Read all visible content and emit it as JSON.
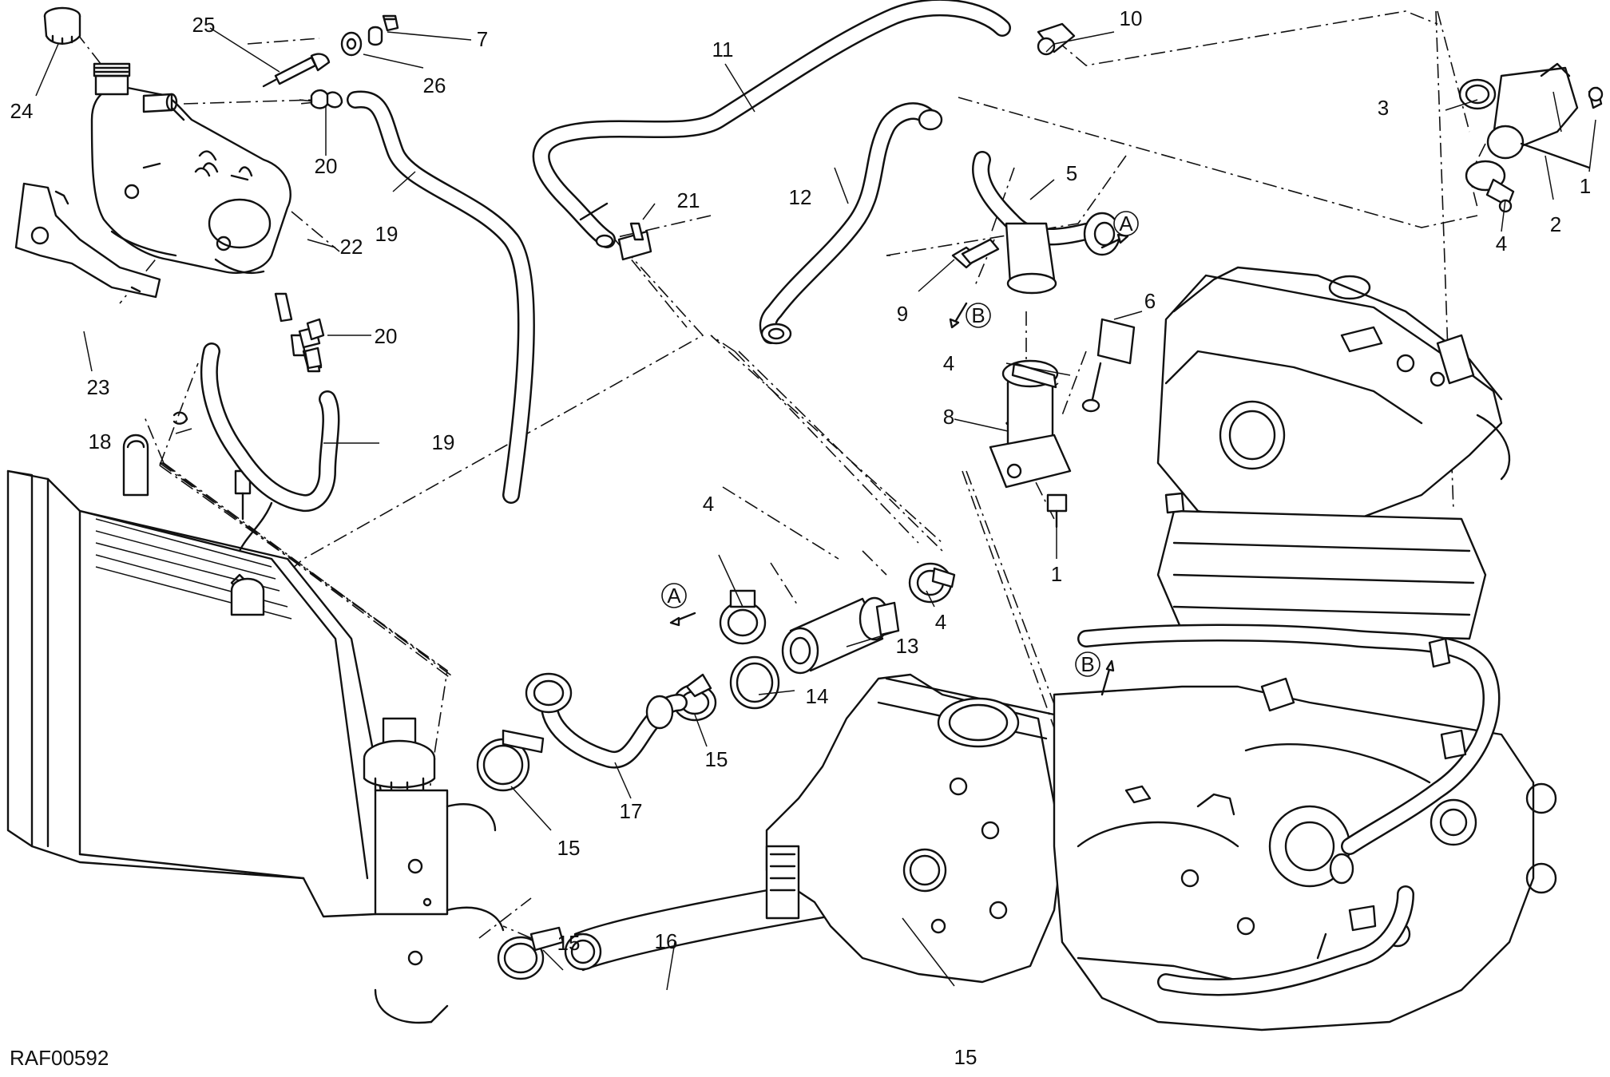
{
  "drawing_code": "RAF00592",
  "callouts": [
    {
      "id": "c1a",
      "text": "1"
    },
    {
      "id": "c1b",
      "text": "1"
    },
    {
      "id": "c2",
      "text": "2"
    },
    {
      "id": "c3",
      "text": "3"
    },
    {
      "id": "c4a",
      "text": "4"
    },
    {
      "id": "c4b",
      "text": "4"
    },
    {
      "id": "c4c",
      "text": "4"
    },
    {
      "id": "c4d",
      "text": "4"
    },
    {
      "id": "c5",
      "text": "5"
    },
    {
      "id": "c6",
      "text": "6"
    },
    {
      "id": "c7",
      "text": "7"
    },
    {
      "id": "c8",
      "text": "8"
    },
    {
      "id": "c9",
      "text": "9"
    },
    {
      "id": "c10",
      "text": "10"
    },
    {
      "id": "c11",
      "text": "11"
    },
    {
      "id": "c12",
      "text": "12"
    },
    {
      "id": "c13",
      "text": "13"
    },
    {
      "id": "c14",
      "text": "14"
    },
    {
      "id": "c15a",
      "text": "15"
    },
    {
      "id": "c15b",
      "text": "15"
    },
    {
      "id": "c15c",
      "text": "15"
    },
    {
      "id": "c15d",
      "text": "15"
    },
    {
      "id": "c16",
      "text": "16"
    },
    {
      "id": "c17",
      "text": "17"
    },
    {
      "id": "c18",
      "text": "18"
    },
    {
      "id": "c19a",
      "text": "19"
    },
    {
      "id": "c19b",
      "text": "19"
    },
    {
      "id": "c20a",
      "text": "20"
    },
    {
      "id": "c20b",
      "text": "20"
    },
    {
      "id": "c21",
      "text": "21"
    },
    {
      "id": "c22",
      "text": "22"
    },
    {
      "id": "c23",
      "text": "23"
    },
    {
      "id": "c24",
      "text": "24"
    },
    {
      "id": "c25",
      "text": "25"
    },
    {
      "id": "c26",
      "text": "26"
    }
  ],
  "connection_markers": {
    "a1": "A",
    "a2": "A",
    "b1": "B",
    "b2": "B"
  }
}
